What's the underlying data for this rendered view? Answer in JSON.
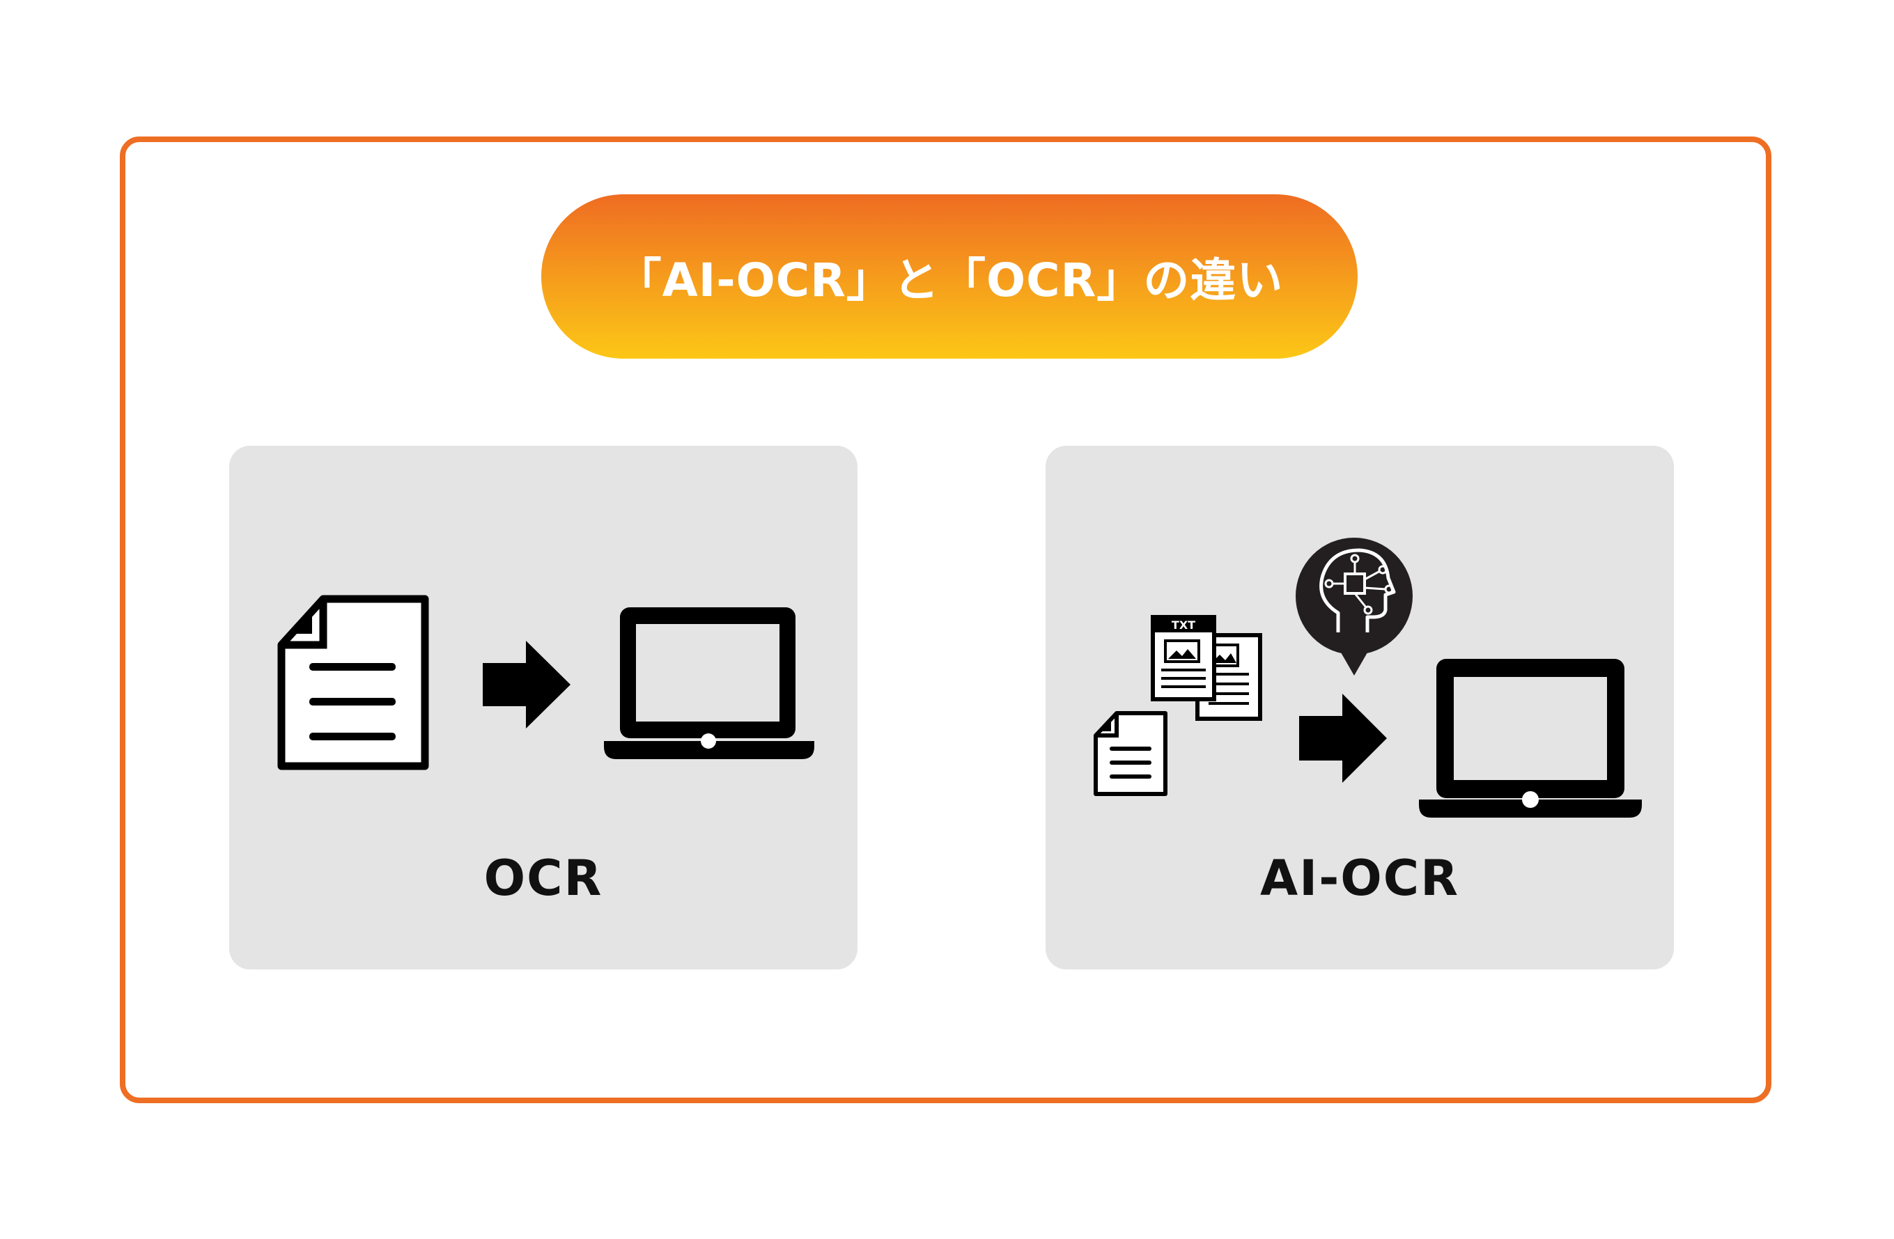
{
  "title": "「AI-OCR」と「OCR」の違い",
  "panels": [
    {
      "label": "OCR"
    },
    {
      "label": "AI-OCR"
    }
  ],
  "icons": {
    "left": [
      "document-icon",
      "arrow-right-icon",
      "laptop-icon"
    ],
    "right": [
      "txt-document-icon",
      "image-document-icon",
      "document-icon",
      "ai-brain-bubble-icon",
      "arrow-right-icon",
      "laptop-icon"
    ]
  },
  "txt_badge": "TXT",
  "colors": {
    "frame": "#ee6e24",
    "title_gradient_top": "#ef6c22",
    "title_gradient_bottom": "#fcc716",
    "panel_bg": "#e4e4e4",
    "icon": "#000000"
  }
}
